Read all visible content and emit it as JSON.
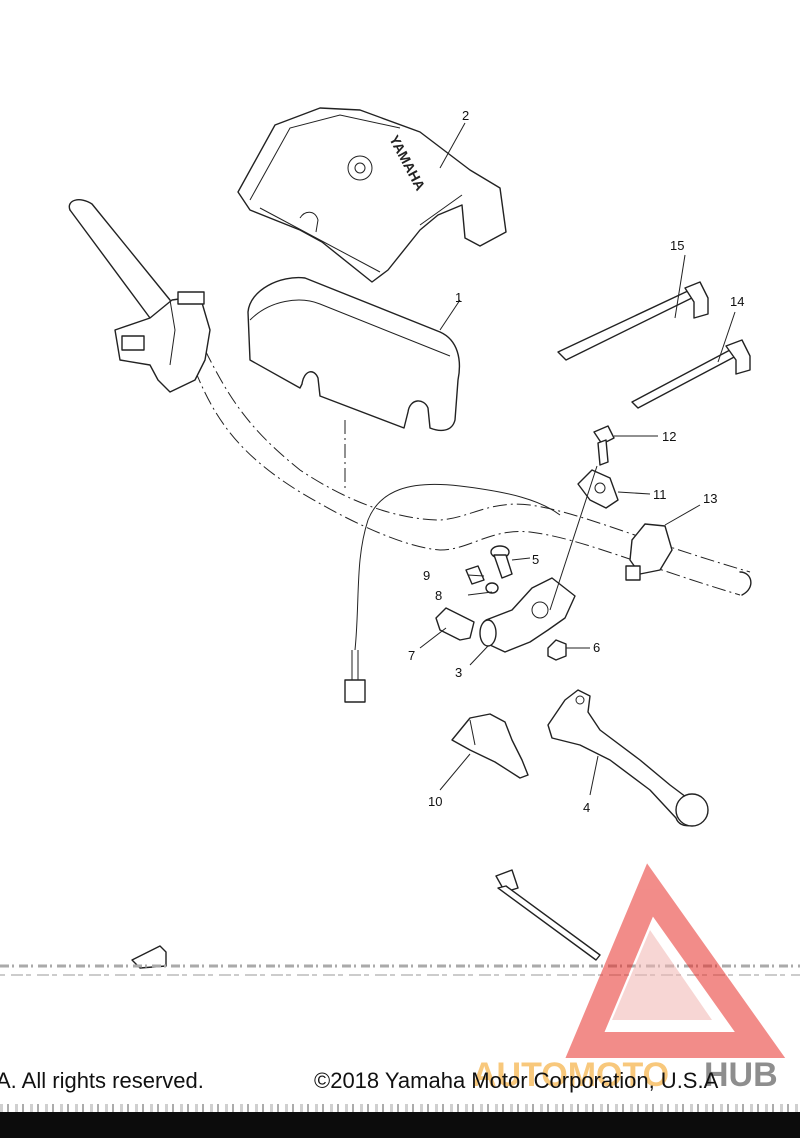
{
  "brand": {
    "cover_text": "YAMAHA"
  },
  "callouts": [
    {
      "id": "1",
      "label": "1"
    },
    {
      "id": "2",
      "label": "2"
    },
    {
      "id": "3",
      "label": "3"
    },
    {
      "id": "4",
      "label": "4"
    },
    {
      "id": "5",
      "label": "5"
    },
    {
      "id": "6",
      "label": "6"
    },
    {
      "id": "7",
      "label": "7"
    },
    {
      "id": "8",
      "label": "8"
    },
    {
      "id": "9",
      "label": "9"
    },
    {
      "id": "10",
      "label": "10"
    },
    {
      "id": "11",
      "label": "11"
    },
    {
      "id": "12",
      "label": "12"
    },
    {
      "id": "13",
      "label": "13"
    },
    {
      "id": "14",
      "label": "14"
    },
    {
      "id": "15",
      "label": "15"
    }
  ],
  "footer": {
    "left_text": "A. All rights reserved.",
    "right_text": "©2018 Yamaha Motor Corporation, U.S.A"
  },
  "watermark": {
    "text": "AUTOMOTOHUB",
    "text_part1": "AUTOMOTO",
    "text_part2": "HUB",
    "color_red": "#e8302a",
    "color_orange": "#f39c12"
  }
}
